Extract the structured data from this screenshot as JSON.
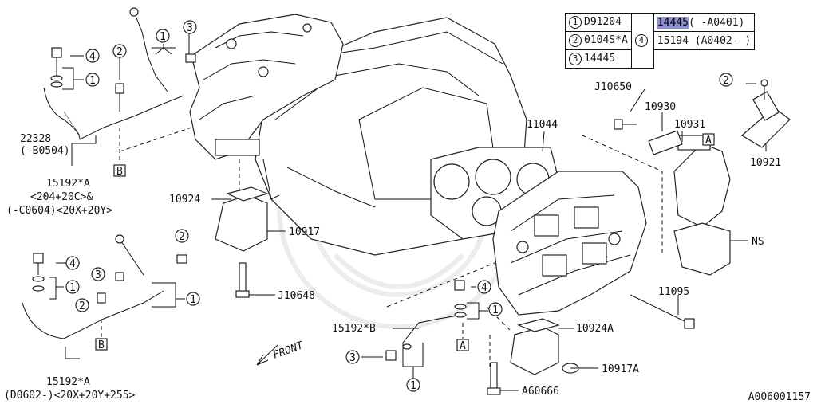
{
  "legend": {
    "row1": {
      "num": "1",
      "code": "D91204"
    },
    "row2": {
      "num": "2",
      "code": "0104S*A"
    },
    "row3": {
      "num": "3",
      "code": "14445"
    },
    "row4": {
      "num": "4",
      "first_code": "14445",
      "first_range": "( -A0401)",
      "second_code": "15194",
      "second_range": "(A0402- )"
    }
  },
  "callouts": {
    "c1": "1",
    "c2": "2",
    "c3": "3",
    "c4": "4",
    "ref_a": "A",
    "ref_b": "B"
  },
  "labels": {
    "hose_22328": "22328",
    "hose_22328_range": "(-B0504)",
    "pipe_15192a": "15192*A",
    "pipe_15192a_spec1": "<204+20C>&",
    "pipe_15192a_spec2": "(-C0604)<20X+20Y>",
    "pipe_15192a_lower": "15192*A",
    "pipe_15192a_lower_spec": "(D0602-)<20X+20Y+255>",
    "pipe_15192b": "15192*B",
    "p10924": "10924",
    "p10917": "10917",
    "pj10648": "J10648",
    "pj10650": "J10650",
    "p10930": "10930",
    "p10931": "10931",
    "p10921": "10921",
    "p11044": "11044",
    "pns": "NS",
    "p11095": "11095",
    "p10924a": "10924A",
    "p10917a": "10917A",
    "pa60666": "A60666",
    "front": "FRONT"
  },
  "document_id": "A006001157"
}
